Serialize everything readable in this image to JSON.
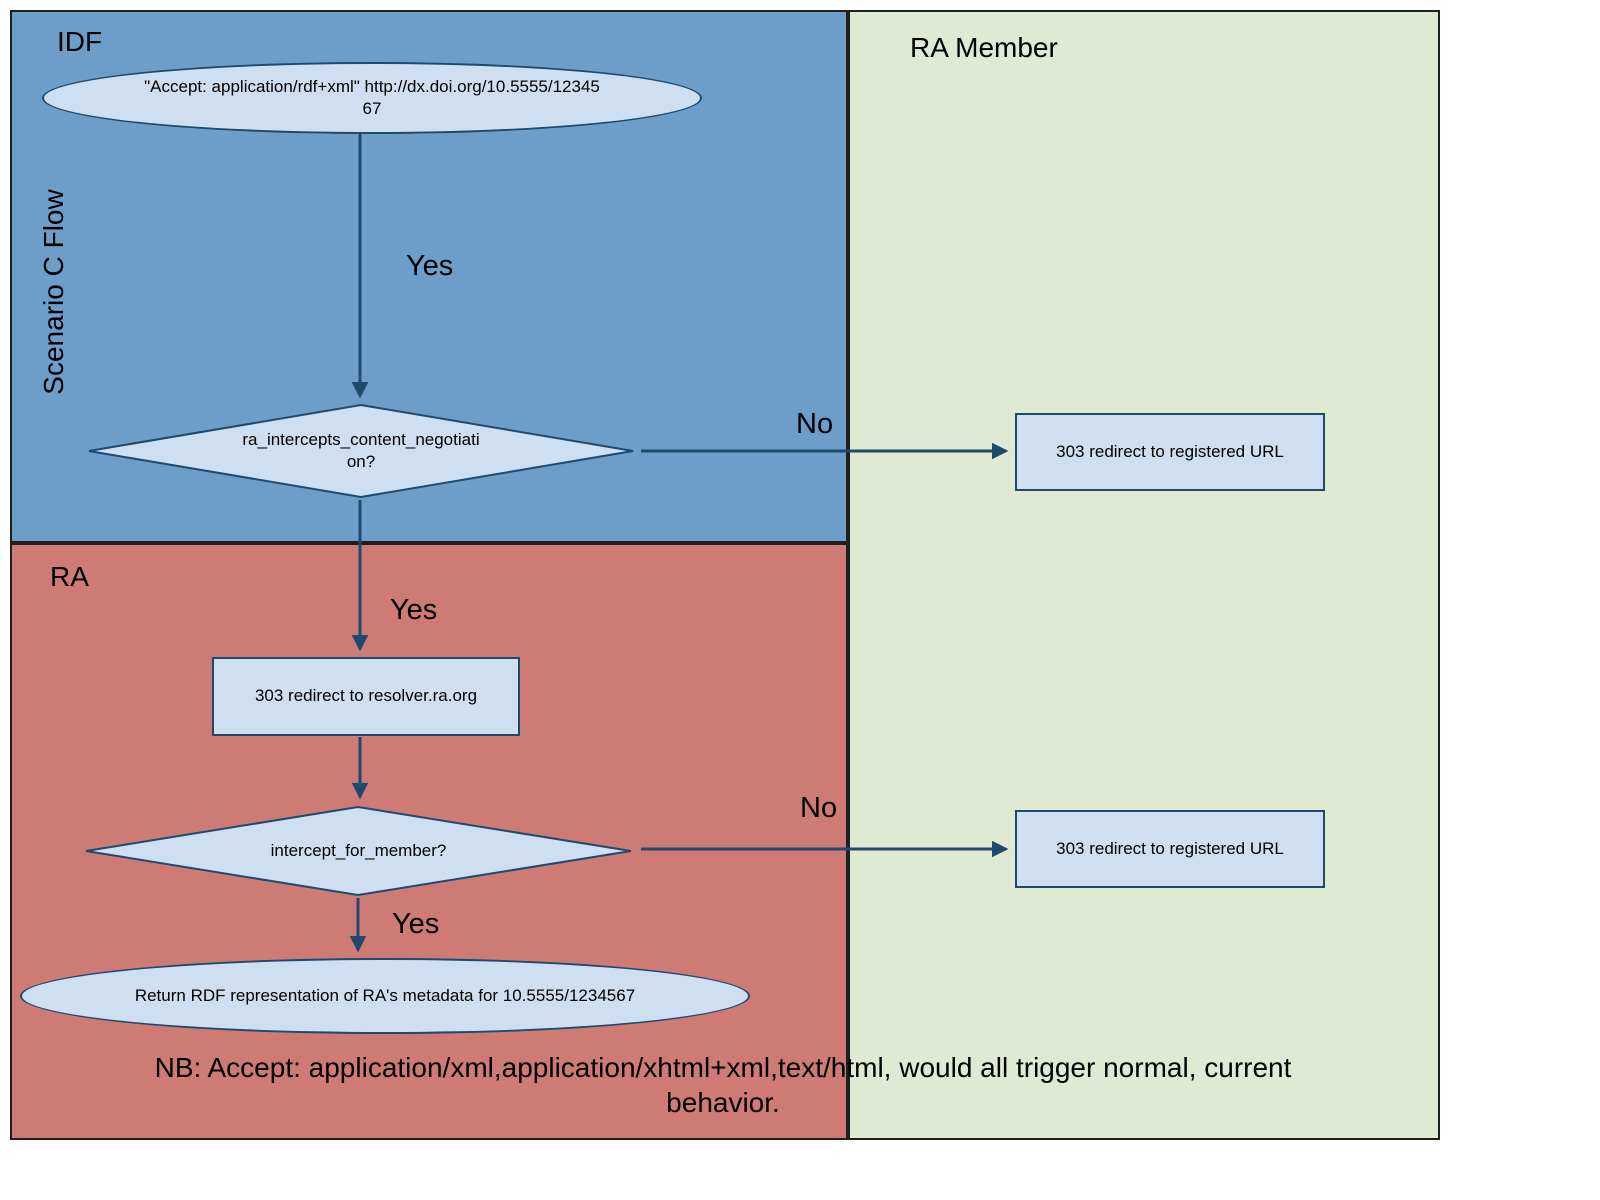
{
  "title": "Scenario C Flow",
  "lanes": {
    "idf": {
      "label": "IDF"
    },
    "ra": {
      "label": "RA"
    },
    "ra_member": {
      "label": "RA Member"
    }
  },
  "nodes": {
    "start": {
      "text": "\"Accept: application/rdf+xml\" http://dx.doi.org/10.5555/1234567"
    },
    "decision1": {
      "text": "ra_intercepts_content_negotiation?"
    },
    "redirect_registered_1": {
      "text": "303 redirect to registered URL"
    },
    "redirect_resolver": {
      "text": "303 redirect to resolver.ra.org"
    },
    "decision2": {
      "text": "intercept_for_member?"
    },
    "redirect_registered_2": {
      "text": "303 redirect to registered URL"
    },
    "return_rdf": {
      "text": "Return RDF representation of RA's metadata for 10.5555/1234567"
    }
  },
  "edge_labels": {
    "yes1": "Yes",
    "no1": "No",
    "yes2": "Yes",
    "no2": "No",
    "yes3": "Yes"
  },
  "note": "NB: Accept: application/xml,application/xhtml+xml,text/html, would all trigger normal, current behavior.",
  "colors": {
    "lane_idf": "#6d9dc9",
    "lane_ra": "#ce7b76",
    "lane_ra_member": "#deead2",
    "node_fill": "#cedff2",
    "node_border": "#1e4a6e",
    "arrow": "#1e4a6e"
  }
}
